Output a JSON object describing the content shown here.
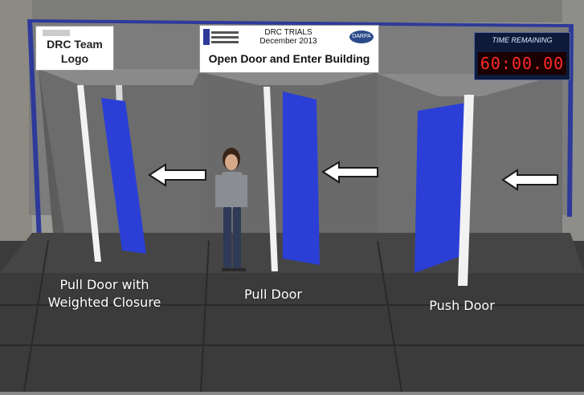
{
  "signs": {
    "team_logo": {
      "line1": "DRC Team",
      "line2": "Logo"
    },
    "main": {
      "line1": "DRC TRIALS",
      "line2": "December 2013",
      "title": "Open Door and Enter Building",
      "badge": "DARPA"
    }
  },
  "timer": {
    "caption": "TIME REMAINING",
    "value": "60:00.00"
  },
  "doors": [
    {
      "label": "Pull Door with\nWeighted  Closure"
    },
    {
      "label": "Pull Door"
    },
    {
      "label": "Push Door"
    }
  ],
  "colors": {
    "door_panel": "#2b3fd6",
    "wall": "#7a7a7a",
    "floor": "#3a3a3a",
    "frame": "#f2f2f2",
    "trim": "#2d3a9a"
  }
}
